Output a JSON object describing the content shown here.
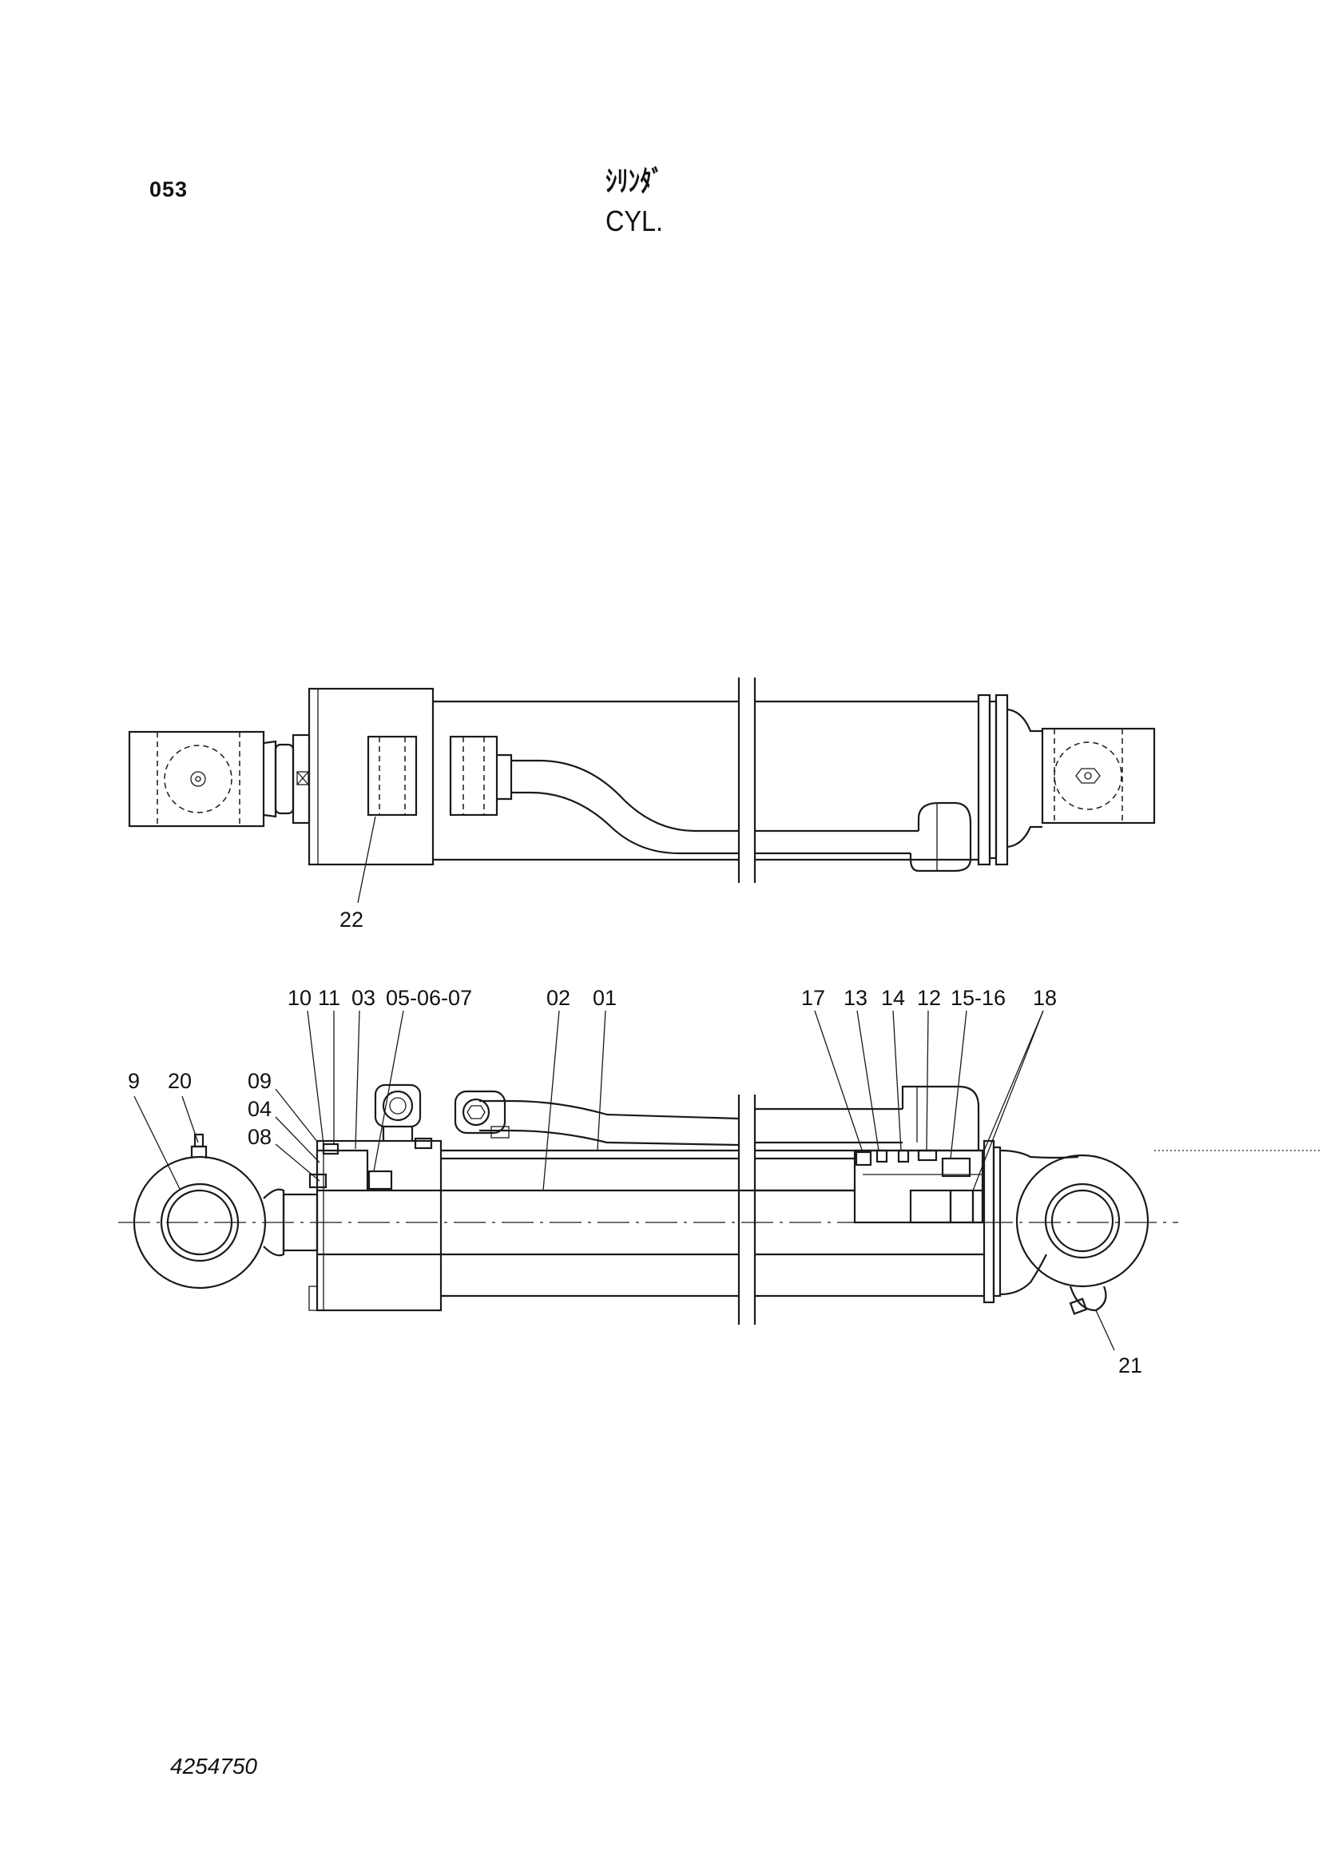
{
  "header": {
    "page_number": "053",
    "title_jp": "ｼﾘﾝﾀﾞ",
    "title_en": "CYL."
  },
  "footer": {
    "document_number": "4254750"
  },
  "callouts": {
    "c22": "22",
    "c10": "10",
    "c11": "11",
    "c03": "03",
    "c050607": "05-06-07",
    "c02": "02",
    "c01": "01",
    "c17": "17",
    "c13": "13",
    "c14": "14",
    "c12": "12",
    "c1516": "15-16",
    "c18": "18",
    "c9": "9",
    "c20": "20",
    "c09": "09",
    "c04": "04",
    "c08": "08",
    "c21": "21"
  }
}
